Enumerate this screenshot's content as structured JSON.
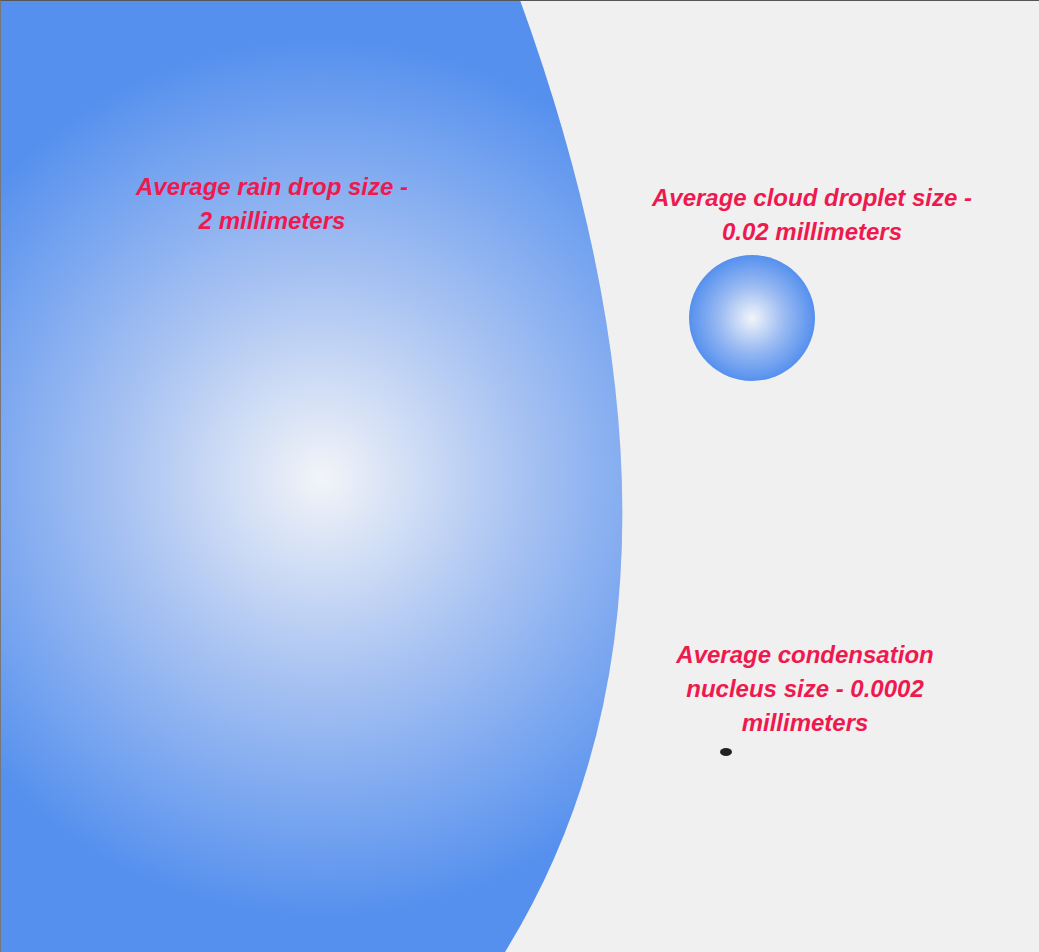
{
  "diagram": {
    "nodes": [
      {
        "text": [
          "Average rain drop size - 2 millimeters"
        ]
      },
      {
        "text": [
          "Average cloud droplet size - 0.02 millimeters"
        ]
      },
      {
        "text": [
          "Average condensation nucleus size - 0.0002 millimeters"
        ]
      }
    ]
  }
}
